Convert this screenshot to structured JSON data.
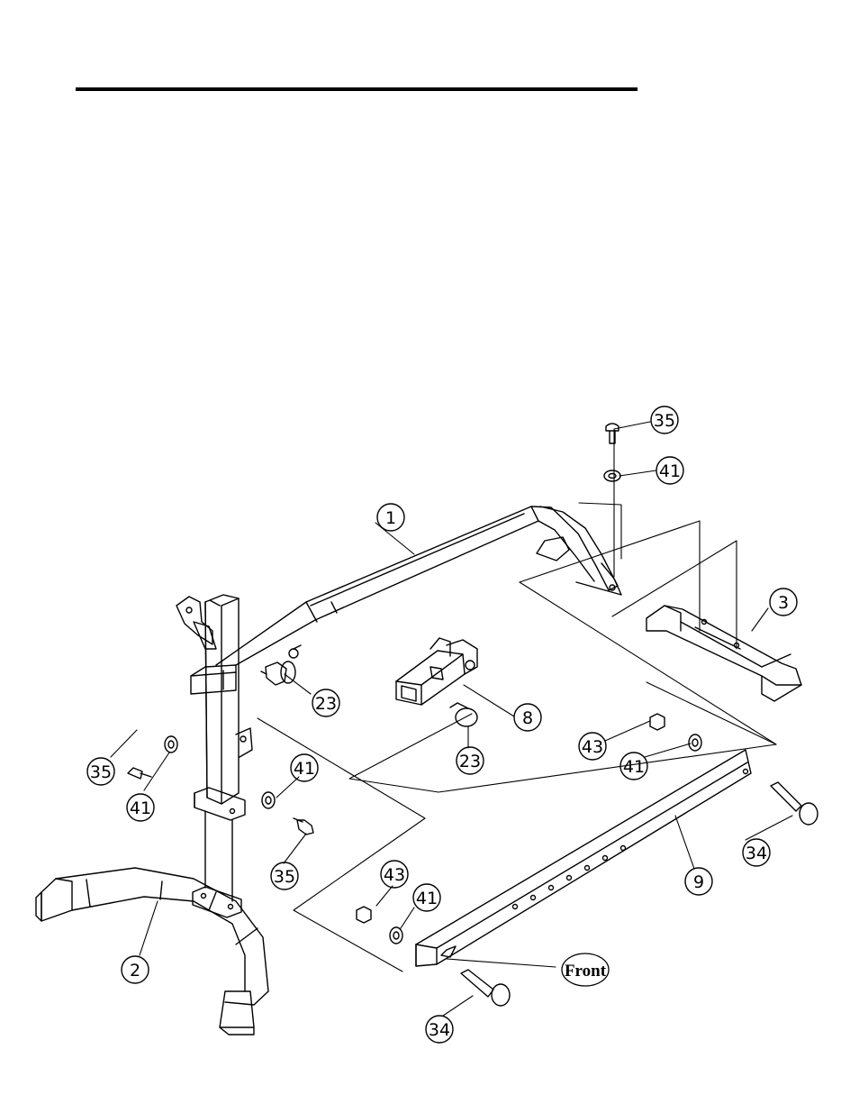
{
  "diagram": {
    "callouts": [
      {
        "id": "c1",
        "label": "1"
      },
      {
        "id": "c35a",
        "label": "35"
      },
      {
        "id": "c41a",
        "label": "41"
      },
      {
        "id": "c3",
        "label": "3"
      },
      {
        "id": "c23a",
        "label": "23"
      },
      {
        "id": "c8",
        "label": "8"
      },
      {
        "id": "c23b",
        "label": "23"
      },
      {
        "id": "c35b",
        "label": "35"
      },
      {
        "id": "c41b",
        "label": "41"
      },
      {
        "id": "c41c",
        "label": "41"
      },
      {
        "id": "c35c",
        "label": "35"
      },
      {
        "id": "c43a",
        "label": "43"
      },
      {
        "id": "c41d",
        "label": "41"
      },
      {
        "id": "c34a",
        "label": "34"
      },
      {
        "id": "c9",
        "label": "9"
      },
      {
        "id": "c43b",
        "label": "43"
      },
      {
        "id": "c41e",
        "label": "41"
      },
      {
        "id": "c2",
        "label": "2"
      },
      {
        "id": "c34b",
        "label": "34"
      }
    ],
    "front_label": "Front"
  }
}
